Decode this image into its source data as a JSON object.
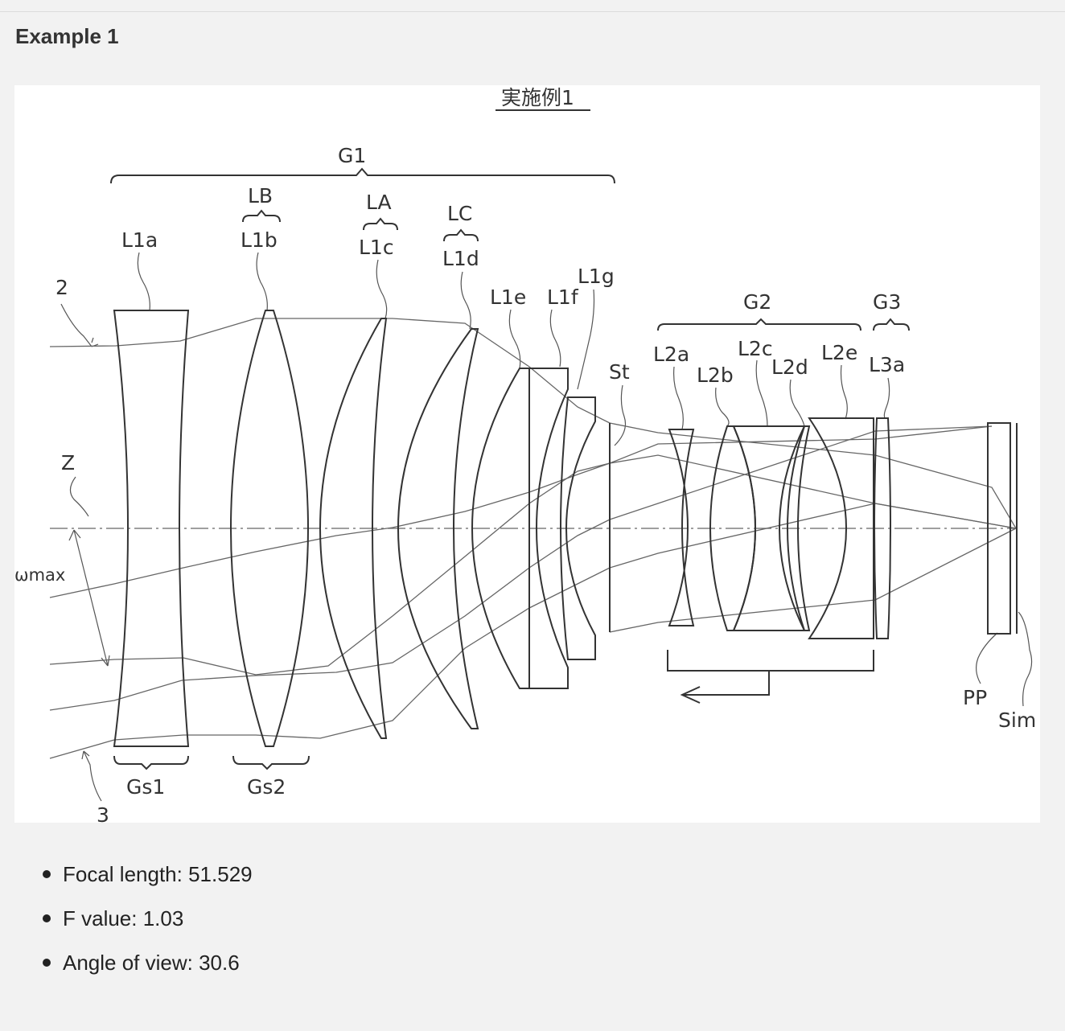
{
  "section": {
    "heading": "Example 1"
  },
  "figure": {
    "title": "実施例1",
    "labels": {
      "g1": "G1",
      "g2": "G2",
      "g3": "G3",
      "lb": "LB",
      "la": "LA",
      "lc": "LC",
      "l1a": "L1a",
      "l1b": "L1b",
      "l1c": "L1c",
      "l1d": "L1d",
      "l1e": "L1e",
      "l1f": "L1f",
      "l1g": "L1g",
      "st": "St",
      "l2a": "L2a",
      "l2b": "L2b",
      "l2c": "L2c",
      "l2d": "L2d",
      "l2e": "L2e",
      "l3a": "L3a",
      "gs1": "Gs1",
      "gs2": "Gs2",
      "pp": "PP",
      "sim": "Sim",
      "ray_2": "2",
      "ray_3": "3",
      "axis_z": "Z",
      "omega_max": "ωmax"
    }
  },
  "specs": [
    {
      "label": "Focal length",
      "value": "51.529",
      "text": "Focal length: 51.529"
    },
    {
      "label": "F value",
      "value": "1.03",
      "text": "F value: 1.03"
    },
    {
      "label": "Angle of view",
      "value": "30.6",
      "text": "Angle of view: 30.6"
    }
  ]
}
